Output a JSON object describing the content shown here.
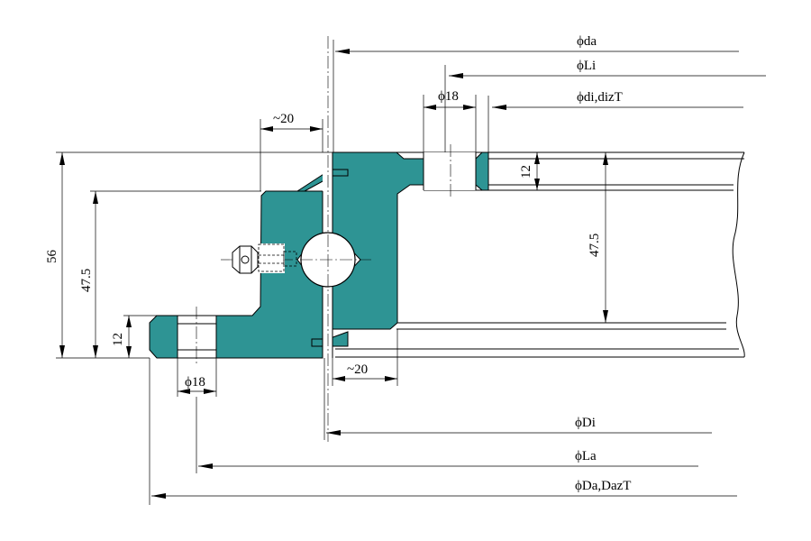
{
  "labels": {
    "da": "ϕda",
    "li": "ϕLi",
    "di": "ϕdi,dizT",
    "hole_top": "ϕ18",
    "gap_top": "~20",
    "thk_top": "12",
    "height_right": "47.5",
    "height_total": "56",
    "height_left": "47.5",
    "thk_left": "12",
    "gap_bottom": "~20",
    "hole_bottom": "ϕ18",
    "Di": "ϕDi",
    "La": "ϕLa",
    "Da": "ϕDa,DazT"
  }
}
